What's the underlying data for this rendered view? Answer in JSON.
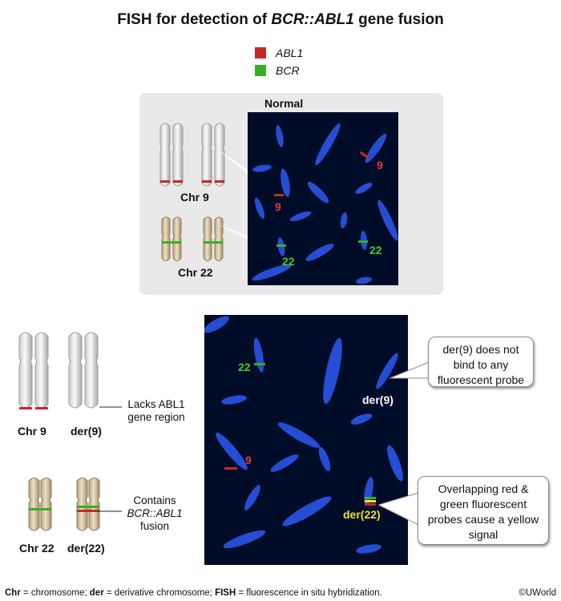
{
  "title": {
    "prefix": "FISH for detection of ",
    "gene": "BCR::ABL1",
    "suffix": " gene fusion"
  },
  "legend": [
    {
      "label": "ABL1",
      "color": "#c62828"
    },
    {
      "label": "BCR",
      "color": "#37b023"
    }
  ],
  "normal_panel": {
    "title": "Normal",
    "chr9_label": "Chr 9",
    "chr22_label": "Chr 22",
    "signal_labels": [
      "9",
      "9",
      "22",
      "22"
    ]
  },
  "abnormal": {
    "chr9_label": "Chr 9",
    "der9_label": "der(9)",
    "chr22_label": "Chr 22",
    "der22_label": "der(22)",
    "lacks_text_1": "Lacks ABL1",
    "lacks_text_2": "gene region",
    "contains_text_1": "Contains",
    "contains_gene": "BCR::ABL1",
    "contains_text_2": "fusion",
    "micro_labels": {
      "green22": "22",
      "der9": "der(9)",
      "red9": "9",
      "der22": "der(22)"
    },
    "callout_der9": "der(9) does not bind to any fluorescent probe",
    "callout_der22": "Overlapping red & green fluorescent probes cause a yellow signal"
  },
  "footer": {
    "chr_abbr": "Chr",
    "chr_def": " = chromosome; ",
    "der_abbr": "der",
    "der_def": " = derivative chromosome; ",
    "fish_abbr": "FISH",
    "fish_def": " = fluorescence in situ hybridization."
  },
  "credit": "©UWorld",
  "colors": {
    "red_probe": "#c62828",
    "green_probe": "#37b023",
    "yellow_probe": "#f2e02a",
    "chromosome_blue": "#2a56e8",
    "background_dark": "#000c28"
  }
}
